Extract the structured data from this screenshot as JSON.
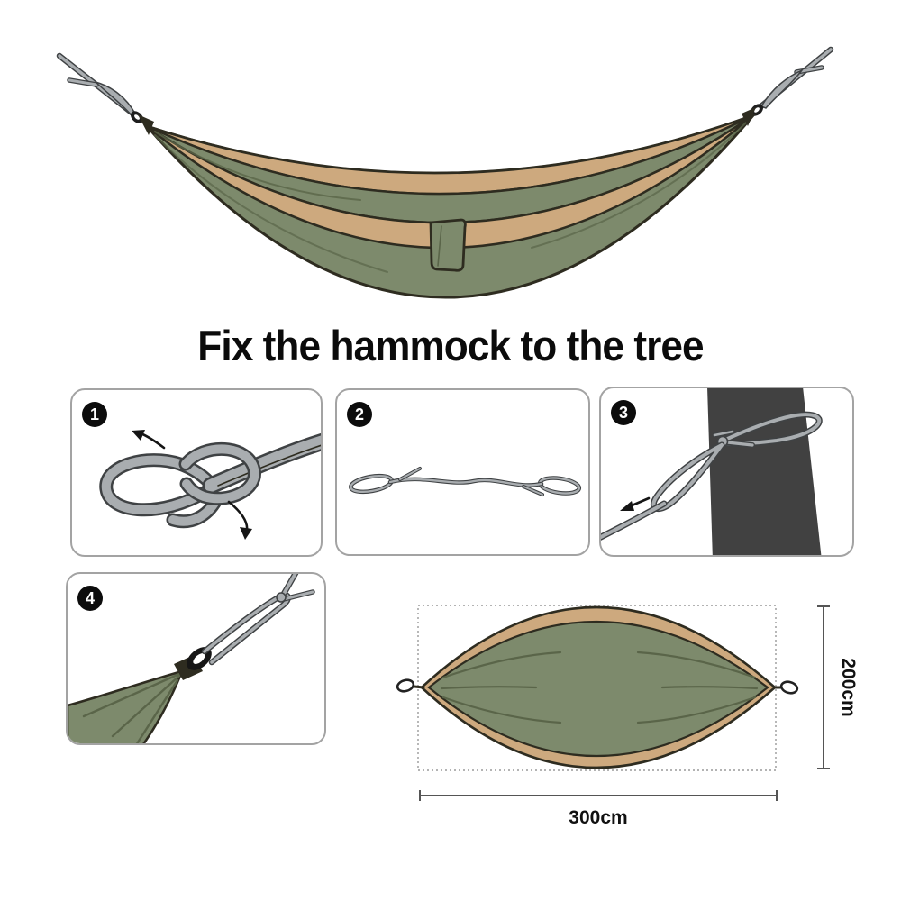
{
  "title": "Fix the hammock to the tree",
  "steps": [
    {
      "number": "1",
      "illustration": "loop-knot-in-strap"
    },
    {
      "number": "2",
      "illustration": "rope-with-end-loops"
    },
    {
      "number": "3",
      "illustration": "rope-tied-around-tree"
    },
    {
      "number": "4",
      "illustration": "hammock-end-clipped-to-rope"
    }
  ],
  "size_diagram": {
    "width_label": "300cm",
    "height_label": "200cm"
  },
  "colors": {
    "fabric_olive": "#7d8a6c",
    "fabric_olive_dark": "#5a6549",
    "fabric_tan": "#cda97e",
    "outline": "#2e2c20",
    "rope_gray": "#a9adb0",
    "rope_outline": "#3f4244",
    "tree": "#414141",
    "panel_border": "#a3a3a3",
    "badge_bg": "#0c0c0c",
    "badge_fg": "#ffffff",
    "dim": "#555555",
    "text": "#111111"
  }
}
